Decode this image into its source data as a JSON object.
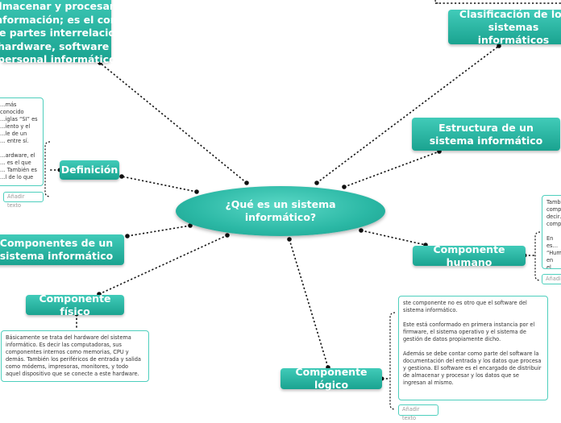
{
  "central_topic": "¿Qué es un sistema informático?",
  "definition_text_lines": [
    "almacenar y procesar",
    "información; es el conjunto",
    "de partes interrelacionadas:",
    "hardware, software y",
    "personal informático."
  ],
  "nodes": {
    "clasificacion": "Clasificación de los sistemas informáticos",
    "estructura": "Estructura de un sistema informático",
    "definicion": "Definición",
    "componentes": "Componentes de un sistema informático",
    "componente_humano": "Componente humano",
    "componente_fisico": "Componente físico",
    "componente_logico": "Componente lógico"
  },
  "notes": {
    "definicion": "…más conocido\n…iglas “SI” es\n…iento y el\n…le de un\n… entre sí.\n\n…ardware, el\n… es el que\n… También es\n…l de lo que",
    "humano": "Tamb…\ncomp…\ndecir…\ncomp…\n\nEn es…\n“Hum…\nen el…\nprogr…",
    "fisico": "Básicamente se trata del hardware del sistema informático. Es decir las computadoras, sus componentes internos como memorias, CPU y demás. También los periféricos de entrada y salida como módems, impresoras, monitores, y todo aquel dispositivo que se conecte a este hardware.",
    "logico_p1": "ste componente no es otro que el software del sistema informático.",
    "logico_p2": "Este está conformado en primera instancia por el firmware, el sistema operativo y el sistema de gestión de datos propiamente dicho.",
    "logico_p3": "Además se debe contar como parte del software la documentación del entrada y los datos que procesa y gestiona. El software es el encargado de distribuir de almacenar y procesar y los datos que se ingresan al mismo."
  },
  "add_text_label": "Añadir texto",
  "add_text_label_partial": "Añadi…",
  "colors": {
    "node_top": "#41cbb9",
    "node_bottom": "#1aa390",
    "connector": "#111111",
    "note_border": "#4ecfbd"
  }
}
